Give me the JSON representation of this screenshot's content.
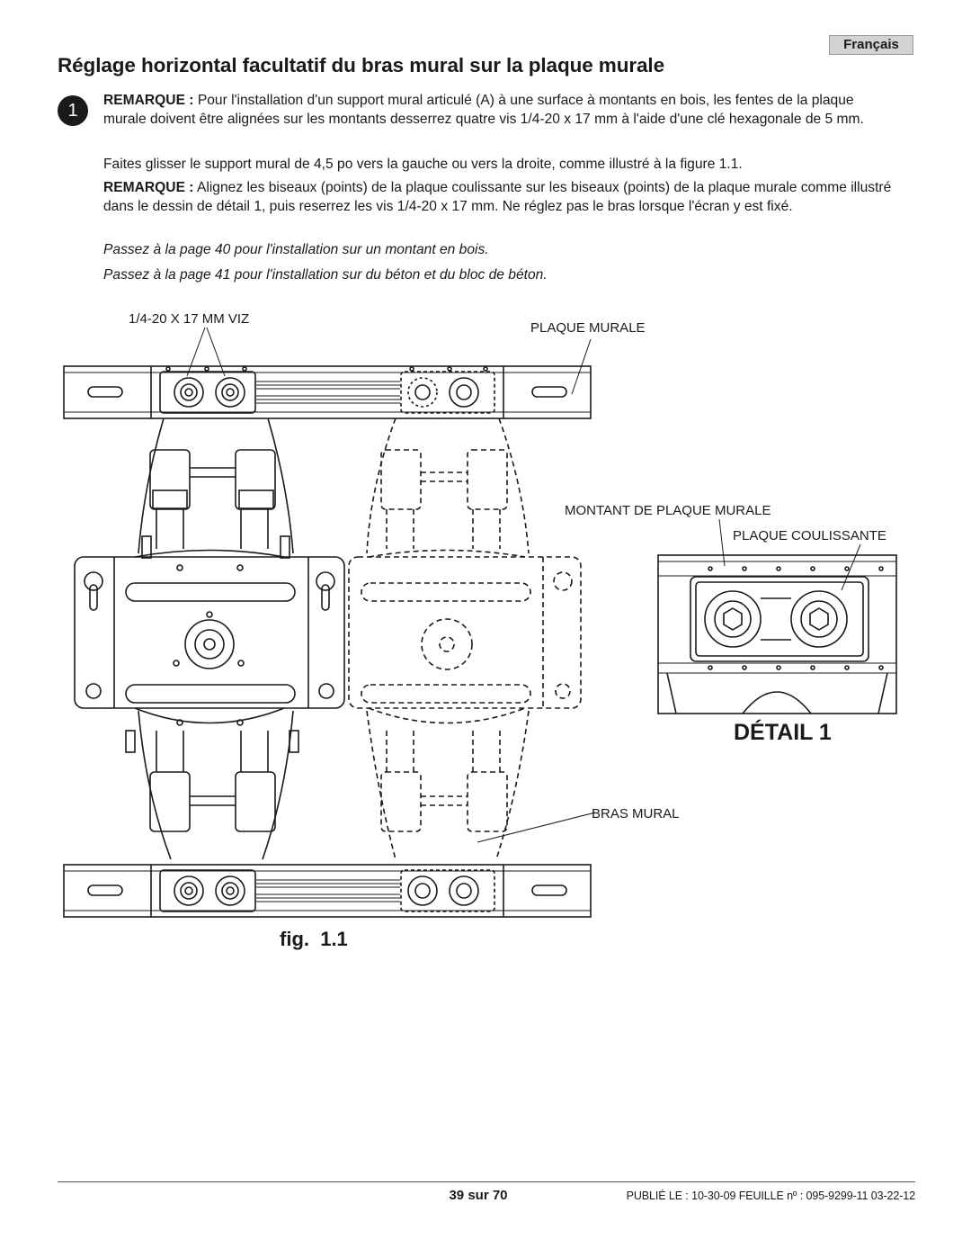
{
  "header": {
    "language_tab": "Français"
  },
  "title": "Réglage horizontal facultatif du bras mural sur la plaque murale",
  "step": {
    "number": "1"
  },
  "paragraphs": {
    "p1": {
      "bold": "REMARQUE :",
      "text": " Pour l'installation d'un support mural articulé (A) à une surface à montants en bois, les fentes de la plaque murale doivent être alignées sur les montants desserrez quatre vis 1/4-20 x 17 mm à l'aide d'une clé hexagonale de 5 mm."
    },
    "p2": "Faites glisser le support mural de 4,5 po vers la gauche ou vers la droite, comme illustré à la figure 1.1.",
    "p3": {
      "bold": "REMARQUE :",
      "text": " Alignez les biseaux (points) de la plaque coulissante sur les biseaux (points) de la plaque murale comme illustré dans le dessin de détail 1, puis reserrez les vis 1/4-20 x 17 mm. Ne réglez pas le bras lorsque l'écran y est fixé."
    },
    "p4": "Passez à la page 40 pour l'installation sur un montant en bois.",
    "p5": "Passez à la page 41 pour l'installation sur du béton et du bloc de béton."
  },
  "figure": {
    "labels": {
      "screws": "1/4-20 X 17 MM VIZ",
      "wall_plate": "PLAQUE MURALE",
      "wall_plate_stud": "MONTANT DE PLAQUE MURALE",
      "sliding_plate": "PLAQUE COULISSANTE",
      "wall_arm": "BRAS MURAL"
    },
    "detail_title": "DÉTAIL 1",
    "caption": "fig.  1.1"
  },
  "footer": {
    "page": "39 sur 70",
    "published": "PUBLIÉ LE : 10-30-09  FEUILLE nº : 095-9299-11  03-22-12"
  }
}
